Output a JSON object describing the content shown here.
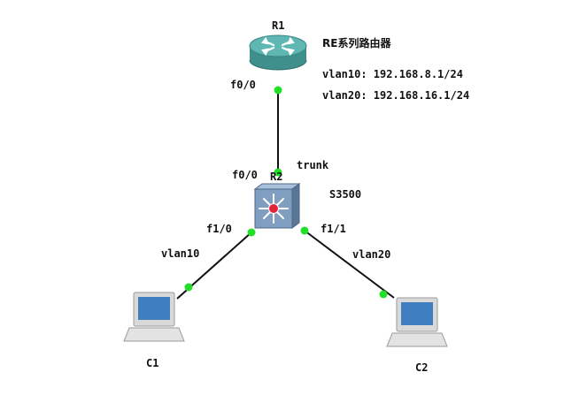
{
  "colors": {
    "link": "#111111",
    "port_dot": "#22e02a",
    "router_top": "#5fb7b4",
    "router_side": "#3f8f8d",
    "switch_face": "#7f9ec0",
    "switch_side": "#5a7697",
    "laptop_body": "#d9d9d9",
    "laptop_screen": "#3f7fbf"
  },
  "devices": {
    "r1": {
      "name": "R1",
      "icon": "router-icon",
      "note": "RE系列路由器"
    },
    "r2": {
      "name": "R2",
      "icon": "layer3-switch-icon",
      "note": "S3500"
    },
    "c1": {
      "name": "C1",
      "icon": "laptop-icon"
    },
    "c2": {
      "name": "C2",
      "icon": "laptop-icon"
    }
  },
  "router_config": {
    "vlan10": "vlan10: 192.168.8.1/24",
    "vlan20": "vlan20: 192.168.16.1/24"
  },
  "links": {
    "r1_r2": {
      "a_port": "f0/0",
      "b_port": "f0/0",
      "label": "trunk"
    },
    "r2_c1": {
      "a_port": "f1/0",
      "label": "vlan10"
    },
    "r2_c2": {
      "a_port": "f1/1",
      "label": "vlan20"
    }
  }
}
